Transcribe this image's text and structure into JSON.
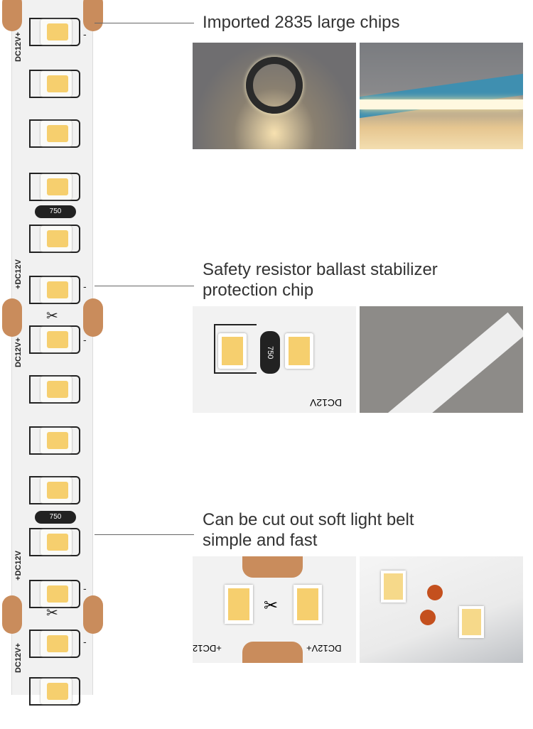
{
  "strip": {
    "voltage_label_a": "DC12V+",
    "voltage_label_b": "+DC12V",
    "resistor_label": "750",
    "minus": "-",
    "cut_icon": "scissors-icon",
    "chip_color": "#f6cf6e",
    "pad_color": "#c98c5c"
  },
  "features": [
    {
      "caption": "Imported 2835 large chips"
    },
    {
      "caption": "Safety resistor ballast stabilizer protection chip",
      "photo_text": "750",
      "photo_label": "DC12V"
    },
    {
      "caption": "Can be cut out soft light belt simple and fast",
      "photo_label_left": "+DC12",
      "photo_label_right": "DC12V+"
    }
  ]
}
